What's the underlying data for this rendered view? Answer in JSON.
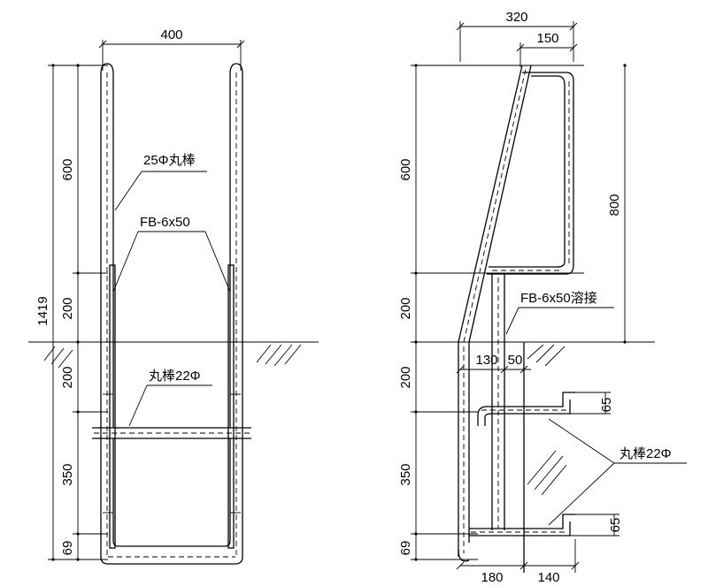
{
  "left_view": {
    "dims": {
      "width_top": "400",
      "h_600": "600",
      "h_200_upper": "200",
      "total_1419": "1419",
      "h_200_lower": "200",
      "h_350": "350",
      "h_69": "69"
    },
    "labels": {
      "round_bar_25": "25Φ丸棒",
      "flat_bar": "FB-6x50",
      "round_bar_22": "丸棒22Φ"
    }
  },
  "right_view": {
    "dims": {
      "w_320": "320",
      "w_150": "150",
      "h_600": "600",
      "h_800": "800",
      "h_200_upper": "200",
      "h_200_lower": "200",
      "w_130": "130",
      "w_50": "50",
      "h_65_top": "65",
      "h_350": "350",
      "h_65_bottom": "65",
      "h_69": "69",
      "w_180": "180",
      "w_140": "140"
    },
    "labels": {
      "flat_bar_weld": "FB-6x50溶接",
      "round_bar_22": "丸棒22Φ"
    }
  }
}
